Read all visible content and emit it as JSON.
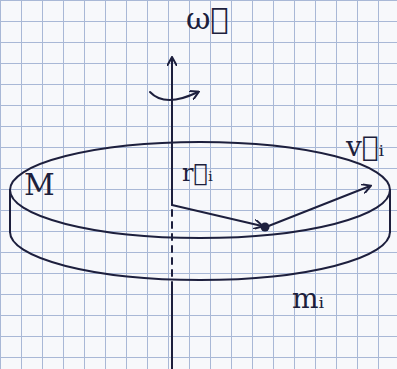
{
  "diagram": {
    "labels": [
      "ω⃗",
      "v⃗ᵢ",
      "r⃗ᵢ",
      "M",
      "mᵢ"
    ]
  }
}
